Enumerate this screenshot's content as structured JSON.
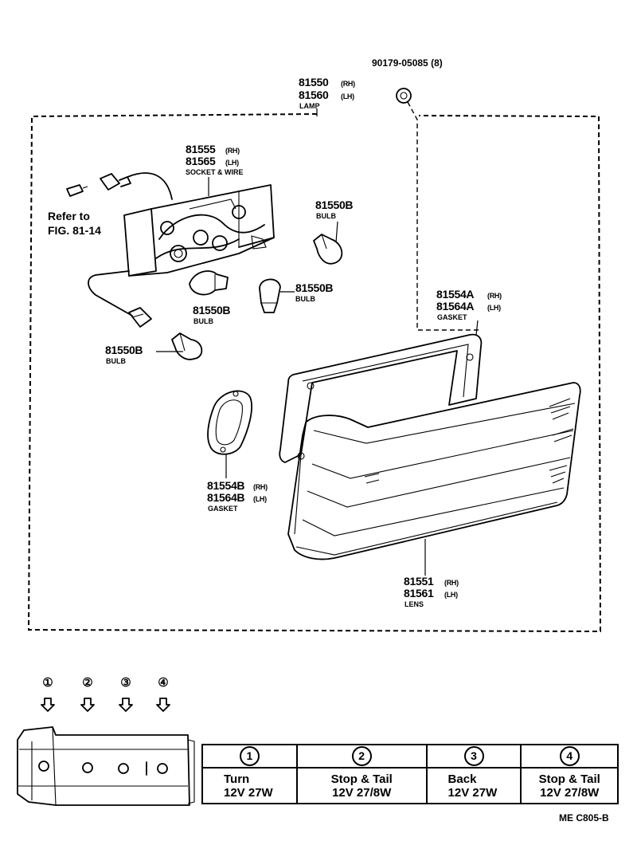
{
  "parts": {
    "bolt": {
      "number": "90179-05085 (8)"
    },
    "lamp": {
      "rh": "81550",
      "lh": "81560",
      "rh_tag": "(RH)",
      "lh_tag": "(LH)",
      "desc": "LAMP"
    },
    "socket_wire": {
      "rh": "81555",
      "lh": "81565",
      "rh_tag": "(RH)",
      "lh_tag": "(LH)",
      "desc": "SOCKET & WIRE"
    },
    "refer": {
      "line1": "Refer to",
      "line2": "FIG. 81-14"
    },
    "bulb_a": {
      "number": "81550B",
      "desc": "BULB"
    },
    "bulb_b": {
      "number": "81550B",
      "desc": "BULB"
    },
    "bulb_c": {
      "number": "81550B",
      "desc": "BULB"
    },
    "bulb_d": {
      "number": "81550B",
      "desc": "BULB"
    },
    "gasket_outer": {
      "rh": "81554A",
      "lh": "81564A",
      "rh_tag": "(RH)",
      "lh_tag": "(LH)",
      "desc": "GASKET"
    },
    "gasket_small": {
      "rh": "81554B",
      "lh": "81564B",
      "rh_tag": "(RH)",
      "lh_tag": "(LH)",
      "desc": "GASKET"
    },
    "lens": {
      "rh": "81551",
      "lh": "81561",
      "rh_tag": "(RH)",
      "lh_tag": "(LH)",
      "desc": "LENS"
    }
  },
  "positions": [
    "①",
    "②",
    "③",
    "④"
  ],
  "bulb_table": {
    "headers": [
      "1",
      "2",
      "3",
      "4"
    ],
    "rows": [
      {
        "line1": "Turn",
        "line2": "12V 27W"
      },
      {
        "line1": "Stop & Tail",
        "line2": "12V 27/8W"
      },
      {
        "line1": "Back",
        "line2": "12V 27W"
      },
      {
        "line1": "Stop & Tail",
        "line2": "12V 27/8W"
      }
    ]
  },
  "figure_code": "ME  C805-B"
}
